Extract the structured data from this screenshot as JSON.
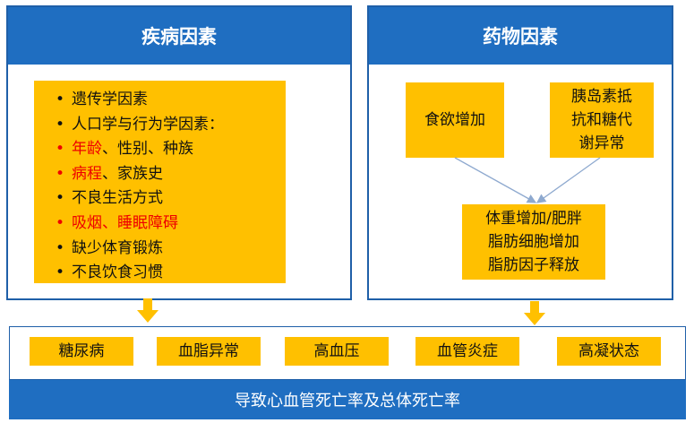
{
  "left_panel": {
    "title": "疾病因素",
    "items": [
      {
        "parts": [
          {
            "text": "遗传学因素",
            "red": false
          }
        ]
      },
      {
        "parts": [
          {
            "text": "人口学与行为学因素：",
            "red": false
          }
        ]
      },
      {
        "parts": [
          {
            "text": "年龄",
            "red": true
          },
          {
            "text": "、性别、种族",
            "red": false
          }
        ],
        "bullet_red": true
      },
      {
        "parts": [
          {
            "text": "病程",
            "red": true
          },
          {
            "text": "、家族史",
            "red": false
          }
        ],
        "bullet_red": true
      },
      {
        "parts": [
          {
            "text": "不良生活方式",
            "red": false
          }
        ]
      },
      {
        "parts": [
          {
            "text": "吸烟、睡眠障碍",
            "red": true
          }
        ],
        "bullet_red": true
      },
      {
        "parts": [
          {
            "text": "缺少体育锻炼",
            "red": false
          }
        ]
      },
      {
        "parts": [
          {
            "text": "不良饮食习惯",
            "red": false
          }
        ]
      }
    ]
  },
  "right_panel": {
    "title": "药物因素",
    "box_appetite": "食欲增加",
    "box_insulin": "胰岛素抵\n抗和糖代\n谢异常",
    "box_weight": "体重增加/肥胖\n脂肪细胞增加\n脂肪因子释放"
  },
  "outcomes": [
    "糖尿病",
    "血脂异常",
    "高血压",
    "血管炎症",
    "高凝状态"
  ],
  "bottom_bar": "导致心血管死亡率及总体死亡率",
  "colors": {
    "header_blue": "#1f6ec1",
    "border_blue": "#1f5fa8",
    "box_yellow": "#ffc000",
    "highlight_red": "#e00000",
    "arrow_line": "#8ea9cf"
  }
}
